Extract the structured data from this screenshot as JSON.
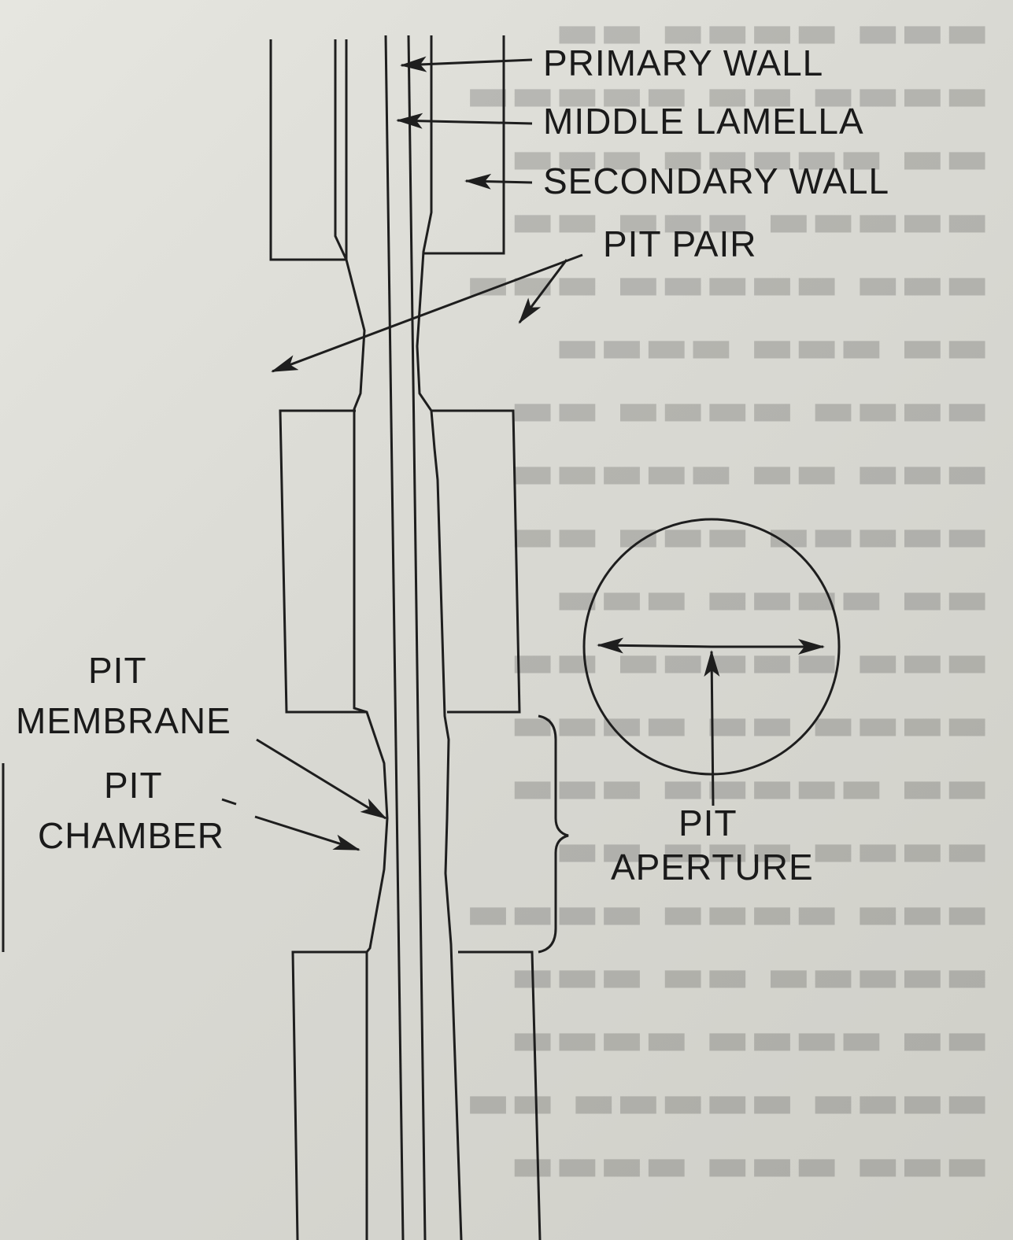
{
  "labels": {
    "primary_wall": "PRIMARY WALL",
    "middle_lamella": "MIDDLE LAMELLA",
    "secondary_wall": "SECONDARY  WALL",
    "pit_pair": "PIT  PAIR",
    "pit_membrane_line1": "PIT",
    "pit_membrane_line2": "MEMBRANE",
    "pit_chamber_line1": "PIT",
    "pit_chamber_line2": "CHAMBER",
    "pit_aperture_line1": "PIT",
    "pit_aperture_line2": "APERTURE"
  },
  "colors": {
    "ink": "#1e1e1e",
    "paper": "#dcdcd6"
  }
}
